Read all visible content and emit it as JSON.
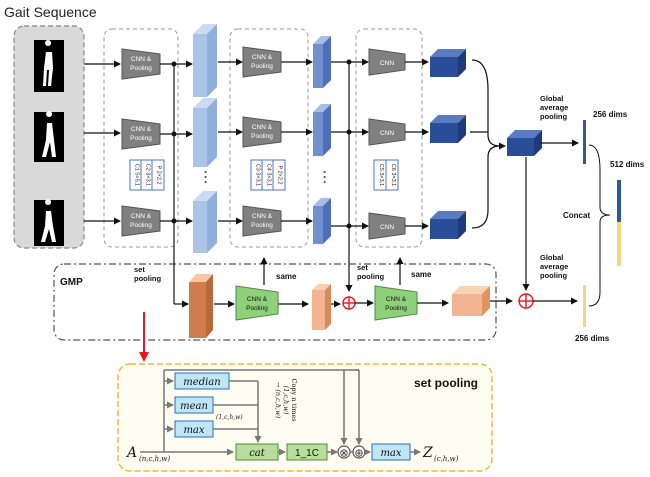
{
  "title": "Gait Sequence",
  "block_labels": {
    "cnn_pooling": "CNN &\nPooling",
    "cnn": "CNN",
    "dots": "• • •"
  },
  "conv_specs": {
    "stage1": [
      "C1 5×5,1",
      "C2 3×3,1",
      "P 2×2,2"
    ],
    "stage2": [
      "C3 3×3,1",
      "C4 3×3,1",
      "P 2×2,2"
    ],
    "stage3": [
      "C5 3×3,1",
      "C6 3×3,1"
    ]
  },
  "labels": {
    "gmp": "GMP",
    "set_pooling_1": "set\npooling",
    "set_pooling_2": "set\npooling",
    "same_1": "same",
    "same_2": "same",
    "global_avg_1": "Global\naverage\npooling",
    "global_avg_2": "Global\naverage\npooling",
    "dims_256_top": "256 dims",
    "dims_512": "512 dims",
    "concat": "Concat",
    "dims_256_bottom": "256 dims"
  },
  "set_pooling_detail": {
    "title": "set pooling",
    "median": "median",
    "mean": "mean",
    "max": "max",
    "shape_1chw": "(1,c,h,w)",
    "copy_note": "Copy n times\n(1,c,h,w)\n→ (n,c,h,w)",
    "input_var": "A",
    "input_sub": "(n,c,h,w)",
    "cat": "cat",
    "conv_1x1": "1_1C",
    "max_out": "max",
    "output_var": "Z",
    "output_sub": "(c,h,w)",
    "otimes": "⊗",
    "oplus": "⊕"
  },
  "colors": {
    "frame_gray": "#d9d9d9",
    "cnn_gray": "#808080",
    "cnn_green": "#8fd07a",
    "fmap_light": "#a9c4e6",
    "fmap_mid": "#6f8fcf",
    "fmap_dark": "#2a4d99",
    "fmap_orange": "#f3b491",
    "fmap_orange_dark": "#d07d4b",
    "bar_blue": "#2d5a9e",
    "bar_yellow": "#f6d57e",
    "sp_border": "#f0b52a",
    "sp_box": "#bfe6f6",
    "sp_cat": "#b9dd9a",
    "red": "#e8141e"
  }
}
